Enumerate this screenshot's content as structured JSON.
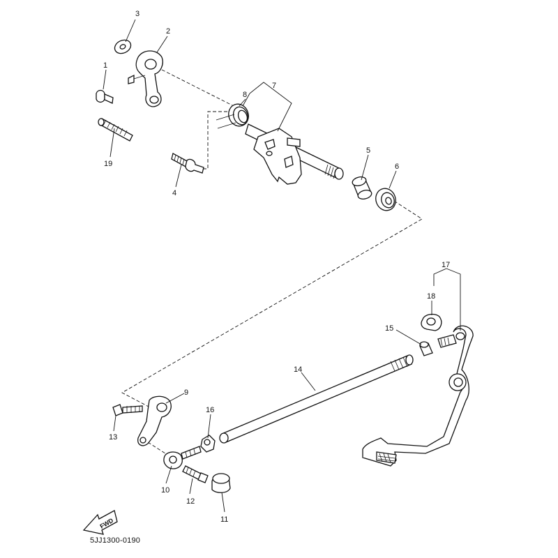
{
  "callouts": [
    {
      "id": "1",
      "label": "1"
    },
    {
      "id": "2",
      "label": "2"
    },
    {
      "id": "3",
      "label": "3"
    },
    {
      "id": "4",
      "label": "4"
    },
    {
      "id": "5",
      "label": "5"
    },
    {
      "id": "6",
      "label": "6"
    },
    {
      "id": "7",
      "label": "7"
    },
    {
      "id": "8",
      "label": "8"
    },
    {
      "id": "9",
      "label": "9"
    },
    {
      "id": "10",
      "label": "10"
    },
    {
      "id": "11",
      "label": "11"
    },
    {
      "id": "12",
      "label": "12"
    },
    {
      "id": "13",
      "label": "13"
    },
    {
      "id": "14",
      "label": "14"
    },
    {
      "id": "15",
      "label": "15"
    },
    {
      "id": "16",
      "label": "16"
    },
    {
      "id": "17",
      "label": "17"
    },
    {
      "id": "18",
      "label": "18"
    },
    {
      "id": "19",
      "label": "19"
    }
  ],
  "fwd_badge": "FWD",
  "catalog_code": "5JJ1300-0190"
}
